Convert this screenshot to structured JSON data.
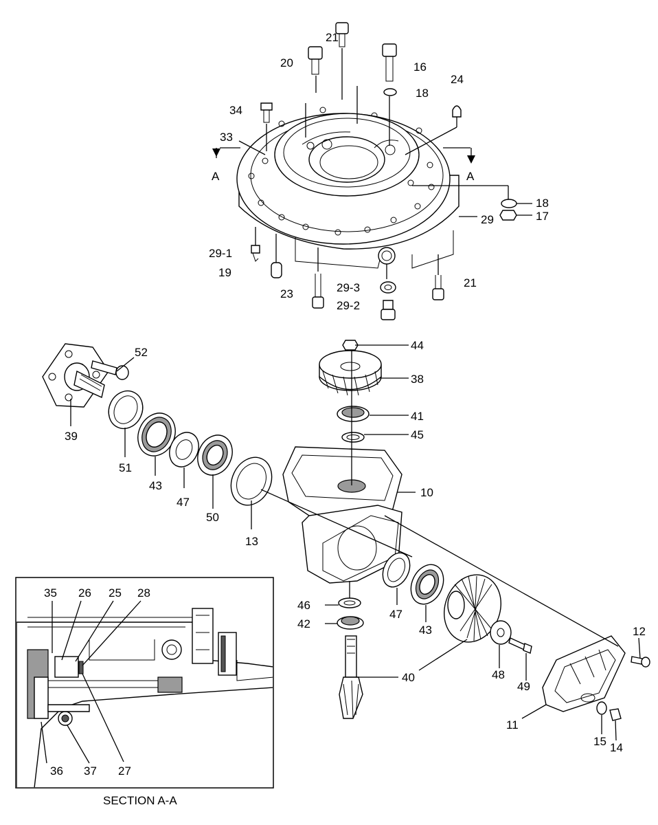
{
  "labels": {
    "p21a": "21",
    "p20": "20",
    "p16": "16",
    "p24": "24",
    "p18a": "18",
    "p34": "34",
    "p33": "33",
    "secA_left": "A",
    "secA_right": "A",
    "p18b": "18",
    "p17": "17",
    "p29": "29",
    "p29_1": "29-1",
    "p19": "19",
    "p23": "23",
    "p29_3": "29-3",
    "p29_2": "29-2",
    "p21b": "21",
    "p52": "52",
    "p44": "44",
    "p38": "38",
    "p41": "41",
    "p45": "45",
    "p39": "39",
    "p51": "51",
    "p43a": "43",
    "p47a": "47",
    "p50": "50",
    "p13": "13",
    "p10": "10",
    "p46": "46",
    "p47b": "47",
    "p42": "42",
    "p43b": "43",
    "p48": "48",
    "p49": "49",
    "p40": "40",
    "p12": "12",
    "p11": "11",
    "p15": "15",
    "p14": "14",
    "s35": "35",
    "s26": "26",
    "s25": "25",
    "s28": "28",
    "s36": "36",
    "s37": "37",
    "s27": "27"
  },
  "inset": {
    "caption": "SECTION A-A"
  }
}
